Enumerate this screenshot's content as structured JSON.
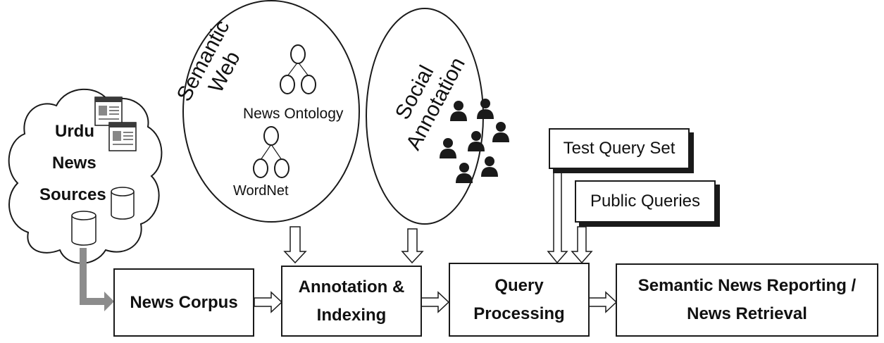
{
  "sources": {
    "line1": "Urdu",
    "line2": "News",
    "line3": "Sources"
  },
  "semantic_web": {
    "title_line1": "Semantic",
    "title_line2": "Web",
    "ontology_label": "News Ontology",
    "wordnet_label": "WordNet"
  },
  "social": {
    "title_line1": "Social",
    "title_line2": "Annotation"
  },
  "queries": {
    "test_set": "Test Query Set",
    "public": "Public Queries"
  },
  "pipeline": {
    "corpus": "News Corpus",
    "annotation_line1": "Annotation &",
    "annotation_line2": "Indexing",
    "query_line1": "Query",
    "query_line2": "Processing",
    "reporting_line1": "Semantic News Reporting /",
    "reporting_line2": "News Retrieval"
  },
  "colors": {
    "stroke": "#1a1a1a",
    "feed_arrow": "#8c8c8c",
    "icon_fill": "#1a1a1a"
  }
}
